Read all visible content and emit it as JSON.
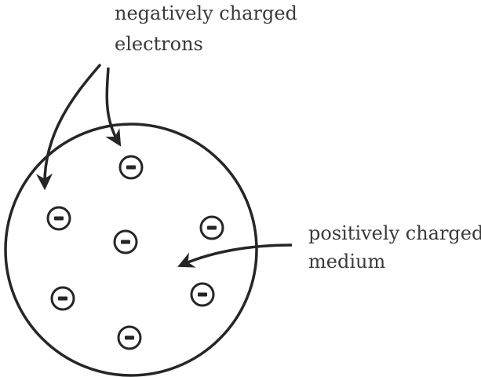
{
  "labels": {
    "electrons_line1": "negatively charged",
    "electrons_line2": "electrons",
    "medium_line1": "positively charged",
    "medium_line2": "medium"
  },
  "electron_symbol": "−",
  "electron_count": 7,
  "colors": {
    "stroke": "#262626",
    "text": "#3a3a3a",
    "background": "#ffffff"
  }
}
